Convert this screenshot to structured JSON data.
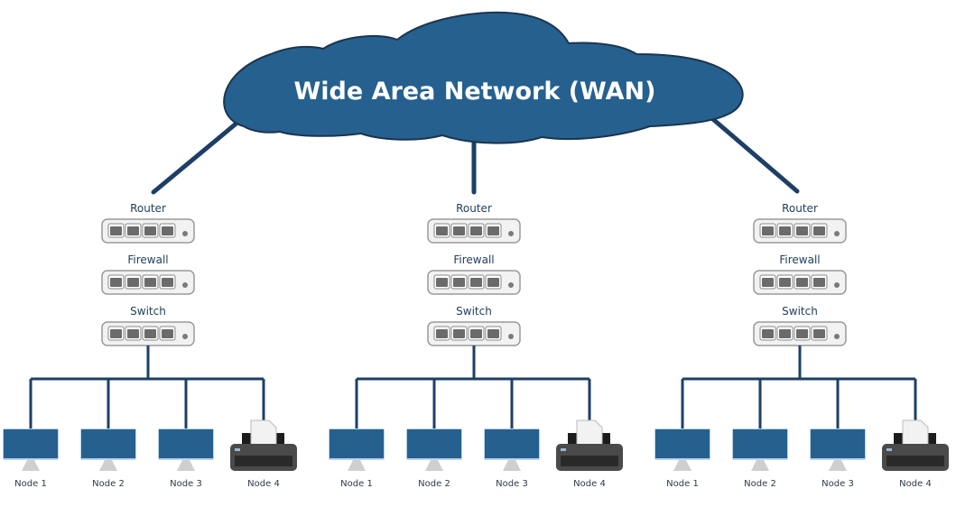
{
  "title": "Wide Area Network (WAN)",
  "colors": {
    "cloud_fill": "#26608f",
    "cloud_stroke": "#1b3550",
    "link_line": "#1d3f66",
    "monitor_screen": "#26608f",
    "monitor_bezel": "#b9d3ea",
    "device_body": "#f2f2f2",
    "device_border": "#9a9a9a",
    "port": "#6b6b6b",
    "printer_body": "#4a4a4a",
    "paper": "#f2f2f2"
  },
  "branches": [
    {
      "devices": [
        {
          "label": "Router",
          "type": "router"
        },
        {
          "label": "Firewall",
          "type": "firewall"
        },
        {
          "label": "Switch",
          "type": "switch"
        }
      ],
      "nodes": [
        {
          "label": "Node 1",
          "type": "computer"
        },
        {
          "label": "Node 2",
          "type": "computer"
        },
        {
          "label": "Node 3",
          "type": "computer"
        },
        {
          "label": "Node 4",
          "type": "printer"
        }
      ]
    },
    {
      "devices": [
        {
          "label": "Router",
          "type": "router"
        },
        {
          "label": "Firewall",
          "type": "firewall"
        },
        {
          "label": "Switch",
          "type": "switch"
        }
      ],
      "nodes": [
        {
          "label": "Node 1",
          "type": "computer"
        },
        {
          "label": "Node 2",
          "type": "computer"
        },
        {
          "label": "Node 3",
          "type": "computer"
        },
        {
          "label": "Node 4",
          "type": "printer"
        }
      ]
    },
    {
      "devices": [
        {
          "label": "Router",
          "type": "router"
        },
        {
          "label": "Firewall",
          "type": "firewall"
        },
        {
          "label": "Switch",
          "type": "switch"
        }
      ],
      "nodes": [
        {
          "label": "Node 1",
          "type": "computer"
        },
        {
          "label": "Node 2",
          "type": "computer"
        },
        {
          "label": "Node 3",
          "type": "computer"
        },
        {
          "label": "Node 4",
          "type": "printer"
        }
      ]
    }
  ]
}
